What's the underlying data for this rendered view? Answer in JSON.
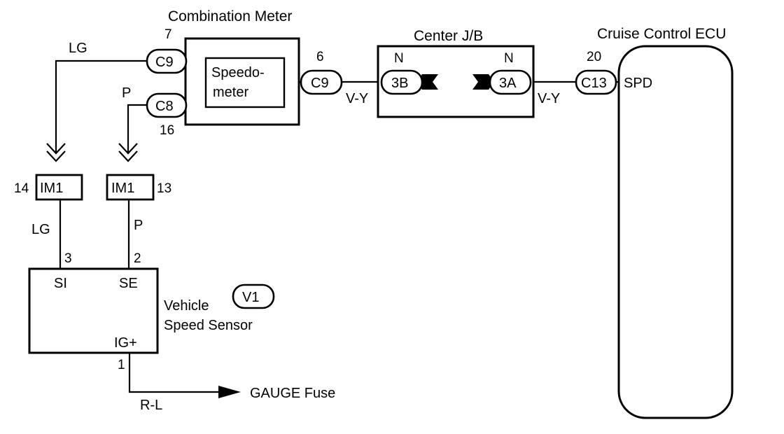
{
  "components": {
    "combination_meter": {
      "title": "Combination Meter",
      "inner_line1": "Speedo-",
      "inner_line2": "meter"
    },
    "center_jb": {
      "title": "Center J/B"
    },
    "cruise_ecu": {
      "title": "Cruise Control ECU",
      "terminal": "SPD"
    },
    "vss": {
      "line1": "Vehicle",
      "line2": "Speed Sensor",
      "badge": "V1",
      "terminal_si": "SI",
      "terminal_se": "SE",
      "terminal_ig": "IG+"
    }
  },
  "connectors": {
    "c9_top": "C9",
    "c8": "C8",
    "c9_mid": "C9",
    "jb_3b": "3B",
    "jb_3a": "3A",
    "c13": "C13",
    "im1_left": "IM1",
    "im1_right": "IM1"
  },
  "pins": {
    "p7": "7",
    "p16": "16",
    "p6": "6",
    "p20": "20",
    "n_left": "N",
    "n_right": "N",
    "p14": "14",
    "p13": "13",
    "p3": "3",
    "p2": "2",
    "p1": "1"
  },
  "wire_colors": {
    "lg_top": "LG",
    "p_top": "P",
    "vy_left": "V-Y",
    "vy_right": "V-Y",
    "lg_low": "LG",
    "p_low": "P",
    "rl": "R-L"
  },
  "fuse": {
    "label": "GAUGE Fuse"
  }
}
